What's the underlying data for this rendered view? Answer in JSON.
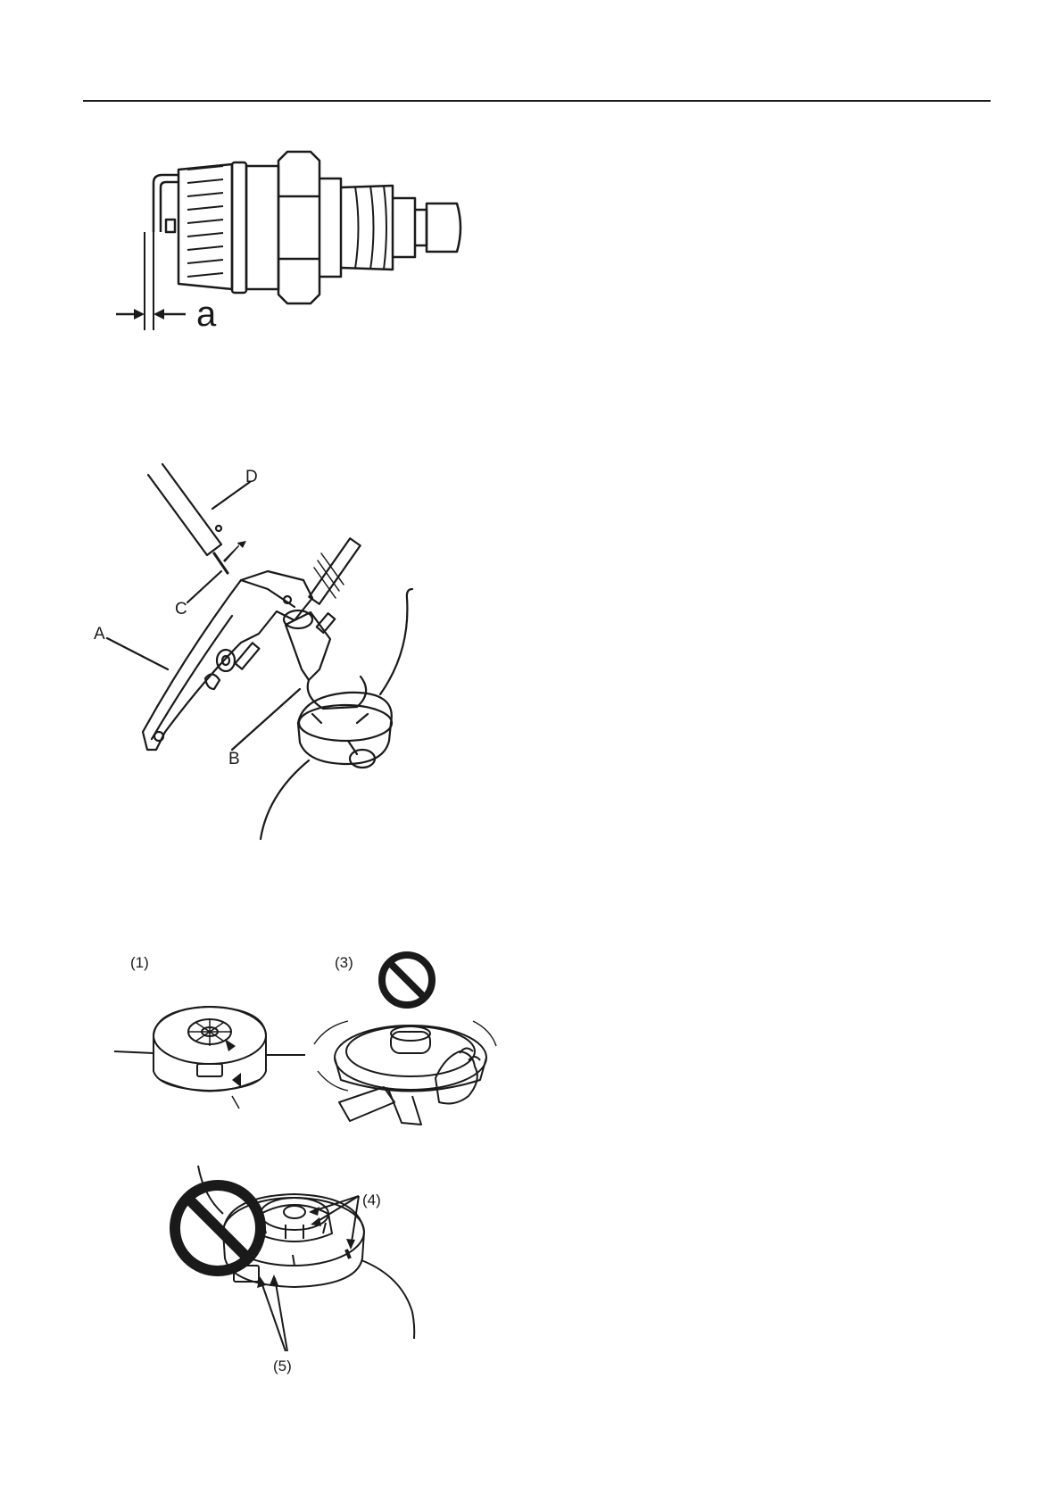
{
  "figure1": {
    "gap_label": "a"
  },
  "figure2": {
    "labels": {
      "a": "A",
      "b": "B",
      "c": "C",
      "d": "D"
    }
  },
  "figure3": {
    "labels": {
      "one": "(1)",
      "three": "(3)"
    }
  },
  "figure4": {
    "labels": {
      "four": "(4)",
      "five": "(5)"
    }
  },
  "colors": {
    "ink": "#1a1a1a",
    "prohibit": "#1a1a1a",
    "paper": "#ffffff"
  },
  "icons": [
    "prohibition-icon",
    "arrow-icon"
  ]
}
